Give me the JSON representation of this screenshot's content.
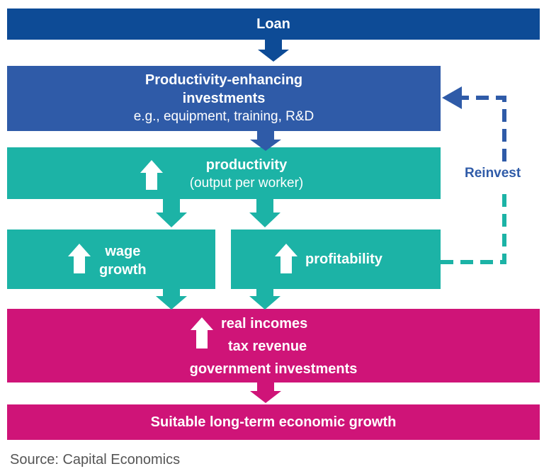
{
  "loan": {
    "label": "Loan"
  },
  "investments": {
    "title_line1": "Productivity-enhancing",
    "title_line2": "investments",
    "subtitle": "e.g., equipment, training, R&D"
  },
  "productivity": {
    "title": "productivity",
    "subtitle": "(output per worker)"
  },
  "wage": {
    "line1": "wage",
    "line2": "growth"
  },
  "profitability": {
    "label": "profitability"
  },
  "outcomes": {
    "line1": "real incomes",
    "line2": "tax revenue",
    "line3": "government investments"
  },
  "growth": {
    "label": "Suitable long-term economic growth"
  },
  "reinvest": {
    "label": "Reinvest"
  },
  "source": "Source: Capital Economics",
  "colors": {
    "navy": "#0d4b96",
    "blue": "#2f5ba8",
    "teal": "#1cb3a6",
    "magenta": "#cf1478",
    "white": "#ffffff"
  },
  "icons": {
    "up_arrow": "up-arrow-icon",
    "down_arrow": "down-arrow-icon",
    "left_arrow": "left-arrow-icon"
  }
}
